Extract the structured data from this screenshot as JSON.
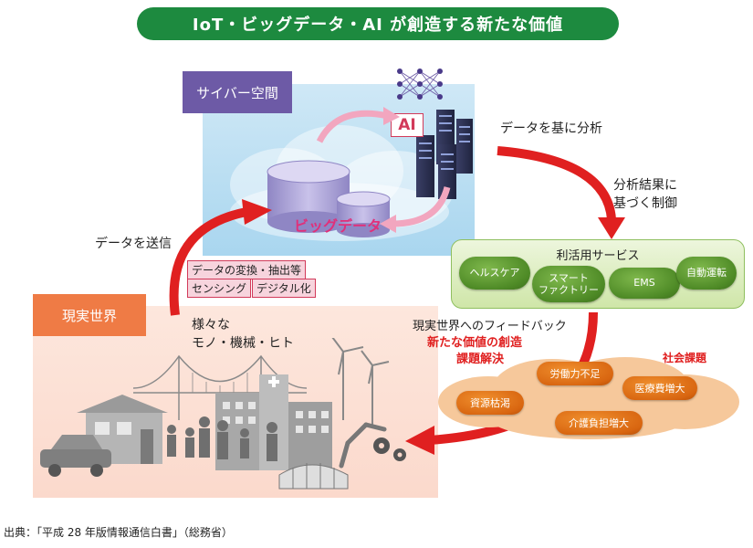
{
  "title": "IoT・ビッグデータ・AI が創造する新たな価値",
  "cyber": {
    "tab": "サイバー空間",
    "ai": "AI",
    "bigdata": "ビッグデータ"
  },
  "real": {
    "tab": "現実世界",
    "things_line1": "様々な",
    "things_line2": "モノ・機械・ヒト"
  },
  "arrows": {
    "send": "データを送信",
    "analyze": "データを基に分析",
    "control_line1": "分析結果に",
    "control_line2": "基づく制御",
    "feedback": "現実世界へのフィードバック",
    "new_value": "新たな価値の創造",
    "solve": "課題解決"
  },
  "tags": [
    "データの変換・抽出等",
    "センシング",
    "デジタル化"
  ],
  "services": {
    "title": "利活用サービス",
    "items": [
      "ヘルスケア",
      "スマート\nファクトリー",
      "EMS",
      "自動運転"
    ]
  },
  "issues": {
    "title": "社会課題",
    "items": [
      "労働力不足",
      "資源枯渇",
      "医療費増大",
      "介護負担増大"
    ]
  },
  "source": "出典：「平成 28 年版情報通信白書」（総務省）",
  "colors": {
    "title_green": "#1d8a3f",
    "cyber_purple": "#6d5aa6",
    "real_orange": "#ef7b45",
    "arrow_red": "#e02020",
    "service_green": "#4e8a26",
    "issue_orange": "#d86510"
  },
  "icons": [
    "cloud-icon",
    "neural-network-icon",
    "server-icon",
    "database-icon",
    "bridge-icon",
    "wind-turbine-icon",
    "house-icon",
    "car-icon",
    "hospital-icon",
    "people-icon",
    "robot-arm-icon",
    "gear-icon",
    "greenhouse-icon"
  ]
}
